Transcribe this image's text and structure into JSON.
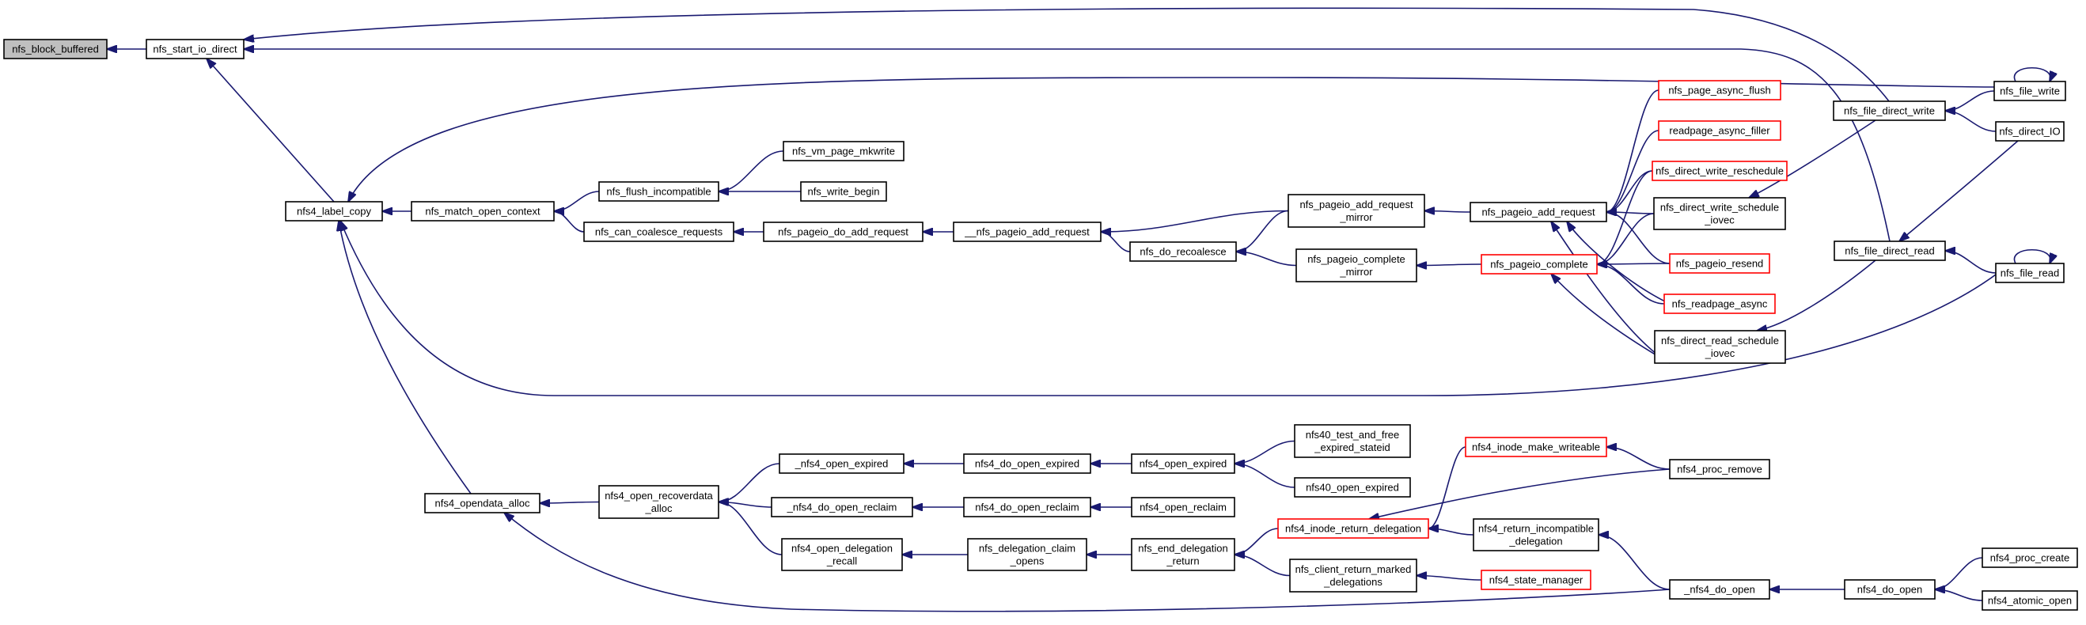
{
  "diagram": {
    "type": "call-graph",
    "colors": {
      "edge": "#191970",
      "node_border": "#000000",
      "node_border_truncated": "#ff0000",
      "node_fill": "#ffffff",
      "focus_fill": "#bfbfbf"
    },
    "nodes": [
      {
        "id": "nfs_block_buffered",
        "lines": [
          "nfs_block_buffered"
        ],
        "style": "grey"
      },
      {
        "id": "nfs_start_io_direct",
        "lines": [
          "nfs_start_io_direct"
        ]
      },
      {
        "id": "nfs4_label_copy",
        "lines": [
          "nfs4_label_copy"
        ]
      },
      {
        "id": "nfs_match_open_context",
        "lines": [
          "nfs_match_open_context"
        ]
      },
      {
        "id": "nfs_flush_incompatible",
        "lines": [
          "nfs_flush_incompatible"
        ]
      },
      {
        "id": "nfs_vm_page_mkwrite",
        "lines": [
          "nfs_vm_page_mkwrite"
        ]
      },
      {
        "id": "nfs_write_begin",
        "lines": [
          "nfs_write_begin"
        ]
      },
      {
        "id": "nfs_can_coalesce_requests",
        "lines": [
          "nfs_can_coalesce_requests"
        ]
      },
      {
        "id": "nfs_pageio_do_add_request",
        "lines": [
          "nfs_pageio_do_add_request"
        ]
      },
      {
        "id": "__nfs_pageio_add_request",
        "lines": [
          "__nfs_pageio_add_request"
        ]
      },
      {
        "id": "nfs_do_recoalesce",
        "lines": [
          "nfs_do_recoalesce"
        ]
      },
      {
        "id": "nfs_pageio_add_request_mirror",
        "lines": [
          "nfs_pageio_add_request",
          "_mirror"
        ]
      },
      {
        "id": "nfs_pageio_complete_mirror",
        "lines": [
          "nfs_pageio_complete",
          "_mirror"
        ]
      },
      {
        "id": "nfs_pageio_add_request",
        "lines": [
          "nfs_pageio_add_request"
        ]
      },
      {
        "id": "nfs_pageio_complete",
        "lines": [
          "nfs_pageio_complete"
        ],
        "style": "red"
      },
      {
        "id": "nfs_page_async_flush",
        "lines": [
          "nfs_page_async_flush"
        ],
        "style": "red"
      },
      {
        "id": "readpage_async_filler",
        "lines": [
          "readpage_async_filler"
        ],
        "style": "red"
      },
      {
        "id": "nfs_direct_write_reschedule",
        "lines": [
          "nfs_direct_write_reschedule"
        ],
        "style": "red"
      },
      {
        "id": "nfs_direct_write_schedule_iovec",
        "lines": [
          "nfs_direct_write_schedule",
          "_iovec"
        ]
      },
      {
        "id": "nfs_pageio_resend",
        "lines": [
          "nfs_pageio_resend"
        ],
        "style": "red"
      },
      {
        "id": "nfs_readpage_async",
        "lines": [
          "nfs_readpage_async"
        ],
        "style": "red"
      },
      {
        "id": "nfs_direct_read_schedule_iovec",
        "lines": [
          "nfs_direct_read_schedule",
          "_iovec"
        ]
      },
      {
        "id": "nfs_file_direct_write",
        "lines": [
          "nfs_file_direct_write"
        ]
      },
      {
        "id": "nfs_file_direct_read",
        "lines": [
          "nfs_file_direct_read"
        ]
      },
      {
        "id": "nfs_file_write",
        "lines": [
          "nfs_file_write"
        ]
      },
      {
        "id": "nfs_direct_IO",
        "lines": [
          "nfs_direct_IO"
        ]
      },
      {
        "id": "nfs_file_read",
        "lines": [
          "nfs_file_read"
        ]
      },
      {
        "id": "nfs4_opendata_alloc",
        "lines": [
          "nfs4_opendata_alloc"
        ]
      },
      {
        "id": "nfs4_open_recoverdata_alloc",
        "lines": [
          "nfs4_open_recoverdata",
          "_alloc"
        ]
      },
      {
        "id": "_nfs4_open_expired",
        "lines": [
          "_nfs4_open_expired"
        ]
      },
      {
        "id": "_nfs4_do_open_reclaim",
        "lines": [
          "_nfs4_do_open_reclaim"
        ]
      },
      {
        "id": "nfs4_open_delegation_recall",
        "lines": [
          "nfs4_open_delegation",
          "_recall"
        ]
      },
      {
        "id": "nfs4_do_open_expired",
        "lines": [
          "nfs4_do_open_expired"
        ]
      },
      {
        "id": "nfs4_do_open_reclaim",
        "lines": [
          "nfs4_do_open_reclaim"
        ]
      },
      {
        "id": "nfs_delegation_claim_opens",
        "lines": [
          "nfs_delegation_claim",
          "_opens"
        ]
      },
      {
        "id": "nfs4_open_expired",
        "lines": [
          "nfs4_open_expired"
        ]
      },
      {
        "id": "nfs4_open_reclaim",
        "lines": [
          "nfs4_open_reclaim"
        ]
      },
      {
        "id": "nfs_end_delegation_return",
        "lines": [
          "nfs_end_delegation",
          "_return"
        ]
      },
      {
        "id": "nfs40_test_and_free_expired_stateid",
        "lines": [
          "nfs40_test_and_free",
          "_expired_stateid"
        ]
      },
      {
        "id": "nfs40_open_expired",
        "lines": [
          "nfs40_open_expired"
        ]
      },
      {
        "id": "nfs4_inode_return_delegation",
        "lines": [
          "nfs4_inode_return_delegation"
        ],
        "style": "red"
      },
      {
        "id": "nfs_client_return_marked_delegations",
        "lines": [
          "nfs_client_return_marked",
          "_delegations"
        ]
      },
      {
        "id": "nfs4_inode_make_writeable",
        "lines": [
          "nfs4_inode_make_writeable"
        ],
        "style": "red"
      },
      {
        "id": "nfs4_return_incompatible_delegation",
        "lines": [
          "nfs4_return_incompatible",
          "_delegation"
        ]
      },
      {
        "id": "nfs4_state_manager",
        "lines": [
          "nfs4_state_manager"
        ],
        "style": "red"
      },
      {
        "id": "nfs4_proc_remove",
        "lines": [
          "nfs4_proc_remove"
        ]
      },
      {
        "id": "_nfs4_do_open",
        "lines": [
          "_nfs4_do_open"
        ]
      },
      {
        "id": "nfs4_do_open",
        "lines": [
          "nfs4_do_open"
        ]
      },
      {
        "id": "nfs4_proc_create",
        "lines": [
          "nfs4_proc_create"
        ]
      },
      {
        "id": "nfs4_atomic_open",
        "lines": [
          "nfs4_atomic_open"
        ]
      }
    ],
    "edges": [
      {
        "callee": "nfs_block_buffered",
        "caller": "nfs_start_io_direct"
      },
      {
        "callee": "nfs_start_io_direct",
        "caller": "nfs4_label_copy"
      },
      {
        "callee": "nfs_start_io_direct",
        "caller": "nfs_file_direct_write"
      },
      {
        "callee": "nfs_start_io_direct",
        "caller": "nfs_file_direct_read"
      },
      {
        "callee": "nfs4_label_copy",
        "caller": "nfs_match_open_context"
      },
      {
        "callee": "nfs4_label_copy",
        "caller": "nfs4_opendata_alloc"
      },
      {
        "callee": "nfs4_label_copy",
        "caller": "nfs_file_write"
      },
      {
        "callee": "nfs4_label_copy",
        "caller": "nfs_file_read"
      },
      {
        "callee": "nfs_match_open_context",
        "caller": "nfs_flush_incompatible"
      },
      {
        "callee": "nfs_match_open_context",
        "caller": "nfs_can_coalesce_requests"
      },
      {
        "callee": "nfs_flush_incompatible",
        "caller": "nfs_vm_page_mkwrite"
      },
      {
        "callee": "nfs_flush_incompatible",
        "caller": "nfs_write_begin"
      },
      {
        "callee": "nfs_can_coalesce_requests",
        "caller": "nfs_pageio_do_add_request"
      },
      {
        "callee": "nfs_pageio_do_add_request",
        "caller": "__nfs_pageio_add_request"
      },
      {
        "callee": "__nfs_pageio_add_request",
        "caller": "nfs_pageio_add_request_mirror"
      },
      {
        "callee": "__nfs_pageio_add_request",
        "caller": "nfs_do_recoalesce"
      },
      {
        "callee": "nfs_do_recoalesce",
        "caller": "nfs_pageio_add_request_mirror"
      },
      {
        "callee": "nfs_do_recoalesce",
        "caller": "nfs_pageio_complete_mirror"
      },
      {
        "callee": "nfs_pageio_add_request_mirror",
        "caller": "nfs_pageio_add_request"
      },
      {
        "callee": "nfs_pageio_complete_mirror",
        "caller": "nfs_pageio_complete"
      },
      {
        "callee": "nfs_pageio_add_request",
        "caller": "nfs_page_async_flush"
      },
      {
        "callee": "nfs_pageio_add_request",
        "caller": "readpage_async_filler"
      },
      {
        "callee": "nfs_pageio_add_request",
        "caller": "nfs_direct_write_reschedule"
      },
      {
        "callee": "nfs_pageio_add_request",
        "caller": "nfs_direct_write_schedule_iovec"
      },
      {
        "callee": "nfs_pageio_add_request",
        "caller": "nfs_pageio_resend"
      },
      {
        "callee": "nfs_pageio_add_request",
        "caller": "nfs_readpage_async"
      },
      {
        "callee": "nfs_pageio_add_request",
        "caller": "nfs_direct_read_schedule_iovec"
      },
      {
        "callee": "nfs_pageio_complete",
        "caller": "nfs_direct_write_reschedule"
      },
      {
        "callee": "nfs_pageio_complete",
        "caller": "nfs_direct_write_schedule_iovec"
      },
      {
        "callee": "nfs_pageio_complete",
        "caller": "nfs_pageio_resend"
      },
      {
        "callee": "nfs_pageio_complete",
        "caller": "nfs_readpage_async"
      },
      {
        "callee": "nfs_pageio_complete",
        "caller": "nfs_direct_read_schedule_iovec"
      },
      {
        "callee": "nfs_direct_write_schedule_iovec",
        "caller": "nfs_file_direct_write"
      },
      {
        "callee": "nfs_direct_read_schedule_iovec",
        "caller": "nfs_file_direct_read"
      },
      {
        "callee": "nfs_file_direct_write",
        "caller": "nfs_file_write"
      },
      {
        "callee": "nfs_file_direct_write",
        "caller": "nfs_direct_IO"
      },
      {
        "callee": "nfs_file_direct_read",
        "caller": "nfs_direct_IO"
      },
      {
        "callee": "nfs_file_direct_read",
        "caller": "nfs_file_read"
      },
      {
        "callee": "nfs_file_write",
        "caller": "nfs_file_write"
      },
      {
        "callee": "nfs_file_read",
        "caller": "nfs_file_read"
      },
      {
        "callee": "nfs4_opendata_alloc",
        "caller": "nfs4_open_recoverdata_alloc"
      },
      {
        "callee": "nfs4_opendata_alloc",
        "caller": "_nfs4_do_open"
      },
      {
        "callee": "nfs4_open_recoverdata_alloc",
        "caller": "_nfs4_open_expired"
      },
      {
        "callee": "nfs4_open_recoverdata_alloc",
        "caller": "_nfs4_do_open_reclaim"
      },
      {
        "callee": "nfs4_open_recoverdata_alloc",
        "caller": "nfs4_open_delegation_recall"
      },
      {
        "callee": "_nfs4_open_expired",
        "caller": "nfs4_do_open_expired"
      },
      {
        "callee": "_nfs4_do_open_reclaim",
        "caller": "nfs4_do_open_reclaim"
      },
      {
        "callee": "nfs4_open_delegation_recall",
        "caller": "nfs_delegation_claim_opens"
      },
      {
        "callee": "nfs4_do_open_expired",
        "caller": "nfs4_open_expired"
      },
      {
        "callee": "nfs4_do_open_reclaim",
        "caller": "nfs4_open_reclaim"
      },
      {
        "callee": "nfs_delegation_claim_opens",
        "caller": "nfs_end_delegation_return"
      },
      {
        "callee": "nfs4_open_expired",
        "caller": "nfs40_test_and_free_expired_stateid"
      },
      {
        "callee": "nfs4_open_expired",
        "caller": "nfs40_open_expired"
      },
      {
        "callee": "nfs_end_delegation_return",
        "caller": "nfs4_inode_return_delegation"
      },
      {
        "callee": "nfs_end_delegation_return",
        "caller": "nfs_client_return_marked_delegations"
      },
      {
        "callee": "nfs4_inode_return_delegation",
        "caller": "nfs4_inode_make_writeable"
      },
      {
        "callee": "nfs4_inode_return_delegation",
        "caller": "nfs4_proc_remove"
      },
      {
        "callee": "nfs4_inode_return_delegation",
        "caller": "nfs4_return_incompatible_delegation"
      },
      {
        "callee": "nfs_client_return_marked_delegations",
        "caller": "nfs4_state_manager"
      },
      {
        "callee": "nfs4_inode_make_writeable",
        "caller": "nfs4_proc_remove"
      },
      {
        "callee": "nfs4_return_incompatible_delegation",
        "caller": "_nfs4_do_open"
      },
      {
        "callee": "_nfs4_do_open",
        "caller": "nfs4_do_open"
      },
      {
        "callee": "nfs4_do_open",
        "caller": "nfs4_proc_create"
      },
      {
        "callee": "nfs4_do_open",
        "caller": "nfs4_atomic_open"
      }
    ]
  }
}
